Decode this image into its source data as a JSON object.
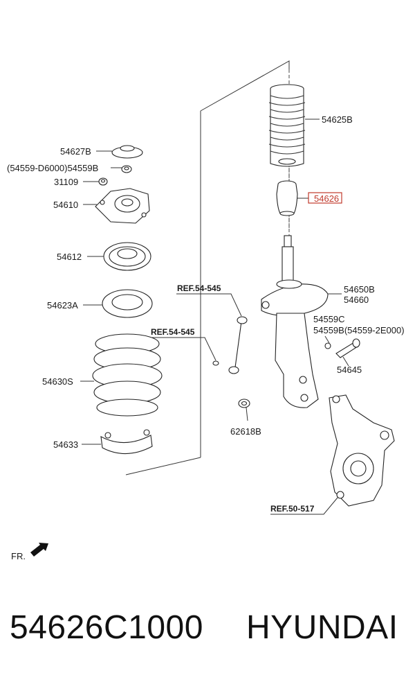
{
  "labels": {
    "p54625B": "54625B",
    "p54626": "54626",
    "p54627B": "54627B",
    "p54559alt": "(54559-D6000)54559B",
    "p31109": "31109",
    "p54610": "54610",
    "p54612": "54612",
    "p54623A": "54623A",
    "p54630S": "54630S",
    "p54633": "54633",
    "p54650B": "54650B",
    "p54660": "54660",
    "p54559C": "54559C",
    "p54559B2": "54559B(54559-2E000)",
    "p54645": "54645",
    "p62618B": "62618B",
    "ref1": "REF.54-545",
    "ref2": "REF.54-545",
    "ref3": "REF.50-517",
    "front": "FR."
  },
  "footer": {
    "part_number": "54626C1000",
    "brand": "HYUNDAI"
  },
  "colors": {
    "highlight": "#c0392b",
    "line": "#333333"
  }
}
